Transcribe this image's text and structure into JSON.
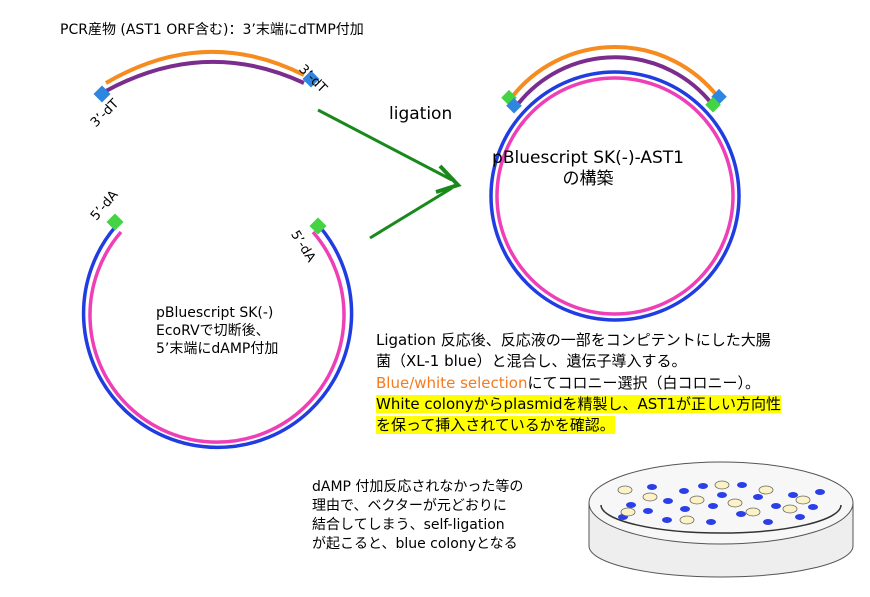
{
  "pcr_product": {
    "title": "PCR産物 (AST1 ORF含む)：3’末端にdTMP付加",
    "left_end": "3’-dT",
    "right_end": "3’-dT"
  },
  "ligation_label": "ligation",
  "vector": {
    "left_end": "5’-dA",
    "right_end": "5’-dA",
    "label_lines": [
      "pBluescript SK(-)",
      "EcoRVで切断後、",
      "5’末端にdAMP付加"
    ]
  },
  "product_plasmid": {
    "name_line1": "pBluescript SK(-)-AST1",
    "name_line2": "の構築"
  },
  "explanation": {
    "line1": "Ligation 反応後、反応液の一部をコンピテントにした大腸",
    "line2": "菌（XL-1 blue）と混合し、遺伝子導入する。",
    "line3_orange": "Blue/white selection",
    "line3_rest": "にてコロニー選択（白コロニー）。",
    "line4_highlight": "White colonyからplasmidを精製し、AST1が正しい方向性",
    "line5_highlight": "を保って挿入されているかを確認。"
  },
  "note_lines": [
    "dAMP 付加反応されなかった等の",
    "理由で、ベクターが元どおりに",
    "結合してしまう、self-ligation",
    "が起こると、blue colonyとなる"
  ],
  "colors": {
    "orange_strand": "#f68b1f",
    "purple_strand": "#7b2d8e",
    "blue_strand": "#1f3de0",
    "pink_strand": "#ee3fb7",
    "dT_marker": "#2f86e0",
    "dA_marker": "#43d343",
    "arrow": "#18891a",
    "blue_colony": "#2a3fe8",
    "white_colony": "#fbf3c5",
    "highlight": "#ffff00",
    "orange_text": "#f47b20"
  }
}
